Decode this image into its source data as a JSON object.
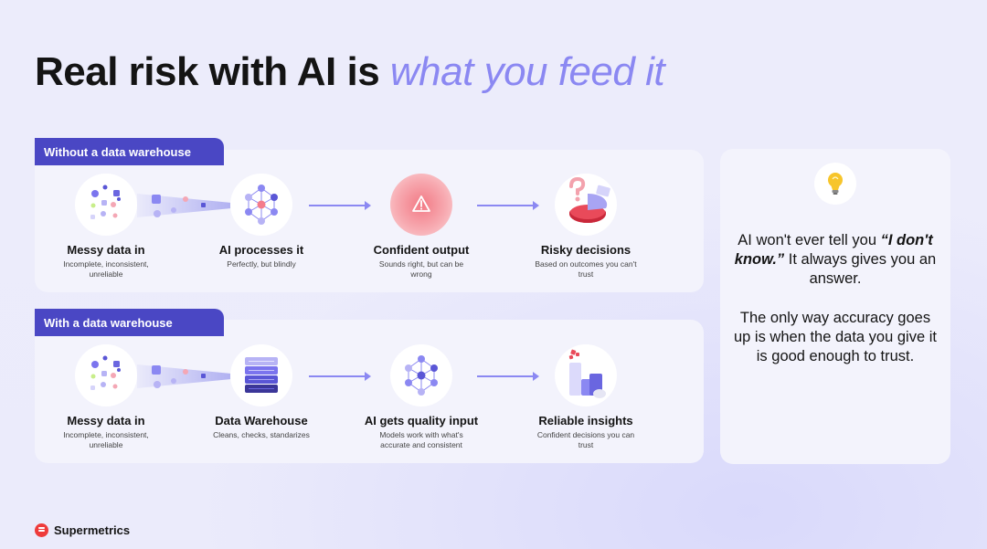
{
  "title": {
    "main": "Real risk with AI is",
    "accent": "what you feed it"
  },
  "sections": [
    {
      "tab": "Without a data warehouse",
      "steps": [
        {
          "label": "Messy data in",
          "desc": "Incomplete, inconsistent, unreliable",
          "icon": "scattered-dots-icon"
        },
        {
          "label": "AI processes it",
          "desc": "Perfectly, but blindly",
          "icon": "neural-network-icon"
        },
        {
          "label": "Confident output",
          "desc": "Sounds right, but can be wrong",
          "icon": "warning-icon"
        },
        {
          "label": "Risky decisions",
          "desc": "Based on outcomes you can't trust",
          "icon": "question-pie-icon"
        }
      ]
    },
    {
      "tab": "With a data warehouse",
      "steps": [
        {
          "label": "Messy data in",
          "desc": "Incomplete, inconsistent, unreliable",
          "icon": "scattered-dots-icon"
        },
        {
          "label": "Data Warehouse",
          "desc": "Cleans, checks, standarizes",
          "icon": "database-stack-icon"
        },
        {
          "label": "AI gets quality input",
          "desc": "Models work with what's accurate and consistent",
          "icon": "neural-network-icon"
        },
        {
          "label": "Reliable insights",
          "desc": "Confident decisions you can trust",
          "icon": "bar-chart-icon"
        }
      ]
    }
  ],
  "sidebar": {
    "icon": "lightbulb-icon",
    "p1_pre": "AI won't ever tell you ",
    "p1_quote": "“I don't know.”",
    "p1_post": " It always gives you an answer.",
    "p2": "The only way accuracy goes up is when the data you give it is good enough to trust."
  },
  "brand": {
    "name": "Supermetrics",
    "color": "#ee3b3b"
  },
  "colors": {
    "accent": "#8b88f2",
    "tab": "#4a47c4"
  }
}
